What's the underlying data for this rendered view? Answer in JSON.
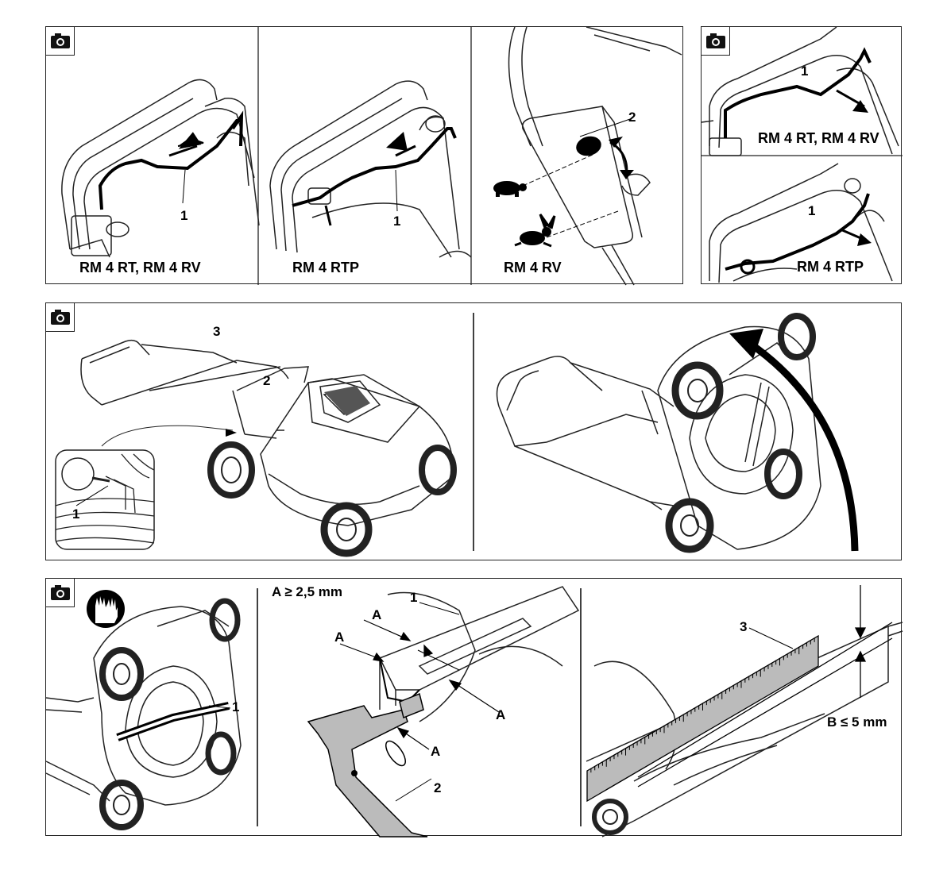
{
  "icons": {
    "camera": "camera-icon",
    "gloves": "gloves-icon",
    "tortoise": "tortoise-icon",
    "rabbit": "rabbit-icon"
  },
  "fig1": {
    "panel_a": {
      "label": "RM 4 RT, RM 4 RV",
      "callout": "1"
    },
    "panel_b": {
      "label": "RM 4 RTP",
      "callout": "1"
    },
    "panel_c": {
      "label": "RM 4 RV",
      "callout": "2"
    },
    "panel_d": {
      "label": "RM 4 RT, RM 4 RV",
      "callout": "1"
    },
    "panel_e": {
      "label": "RM 4 RTP",
      "callout": "1"
    }
  },
  "fig2": {
    "callout_1": "1",
    "callout_2": "2",
    "callout_3": "3"
  },
  "fig3": {
    "callout_left": "1",
    "spec_a": "A ≥ 2,5 mm",
    "a_marks": [
      "A",
      "A",
      "A",
      "A"
    ],
    "callout_blade": "1",
    "callout_caliper": "2",
    "callout_ruler": "3",
    "spec_b": "B ≤ 5 mm"
  }
}
